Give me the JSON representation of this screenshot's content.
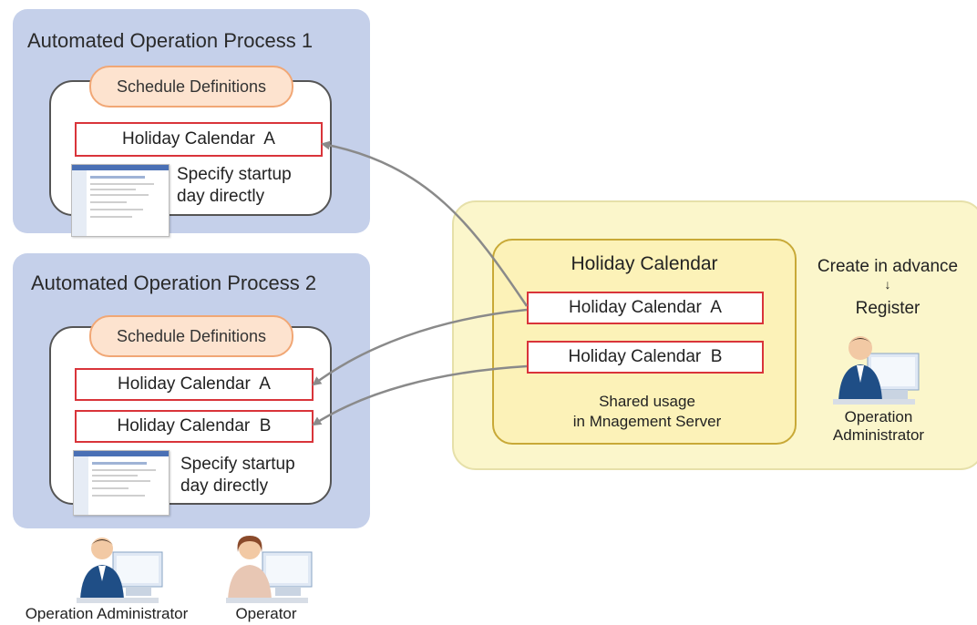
{
  "process1": {
    "title": "Automated Operation Process 1",
    "schedule_label": "Schedule Definitions",
    "calendars": [
      "Holiday Calendar  A"
    ],
    "note": "Specify startup\nday directly"
  },
  "process2": {
    "title": "Automated Operation Process 2",
    "schedule_label": "Schedule Definitions",
    "calendars": [
      "Holiday Calendar  A",
      "Holiday Calendar  B"
    ],
    "note": "Specify startup\nday directly"
  },
  "shared": {
    "title": "Holiday Calendar",
    "calendars": [
      "Holiday Calendar  A",
      "Holiday Calendar  B"
    ],
    "caption": "Shared usage\nin Mnagement Server"
  },
  "admin_side": {
    "create_text": "Create in advance",
    "arrow_glyph": "↓",
    "register_text": "Register",
    "role": "Operation\nAdministrator"
  },
  "bottom_roles": {
    "admin": "Operation Administrator",
    "operator": "Operator"
  },
  "colors": {
    "process_panel": "#c5d0ea",
    "yellow_panel": "#fbf6cb",
    "calendar_border": "#d9343a",
    "pill_fill": "#fde3cf",
    "arrow": "#8a8a8a"
  }
}
